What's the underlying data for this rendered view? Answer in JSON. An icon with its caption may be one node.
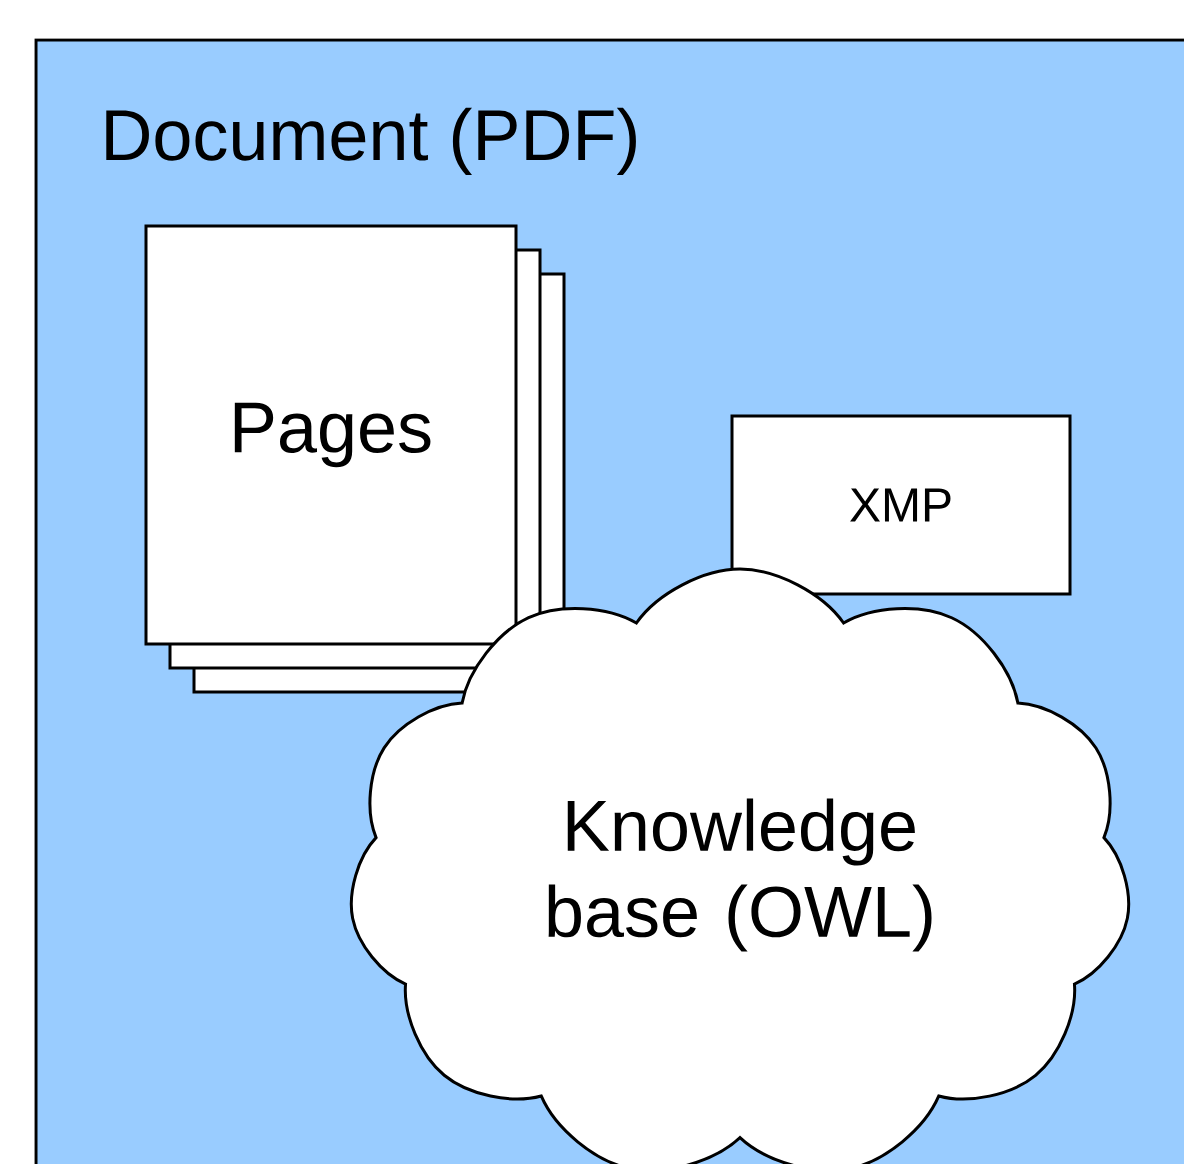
{
  "diagram": {
    "nodes": [
      {
        "text": [
          "Document (PDF)"
        ]
      },
      {
        "text": [
          "Pages"
        ],
        "in": 0
      },
      {
        "text": [
          "XMP"
        ],
        "in": 0
      },
      {
        "text": [
          "Knowledge base (OWL)"
        ],
        "in": 0
      }
    ]
  }
}
